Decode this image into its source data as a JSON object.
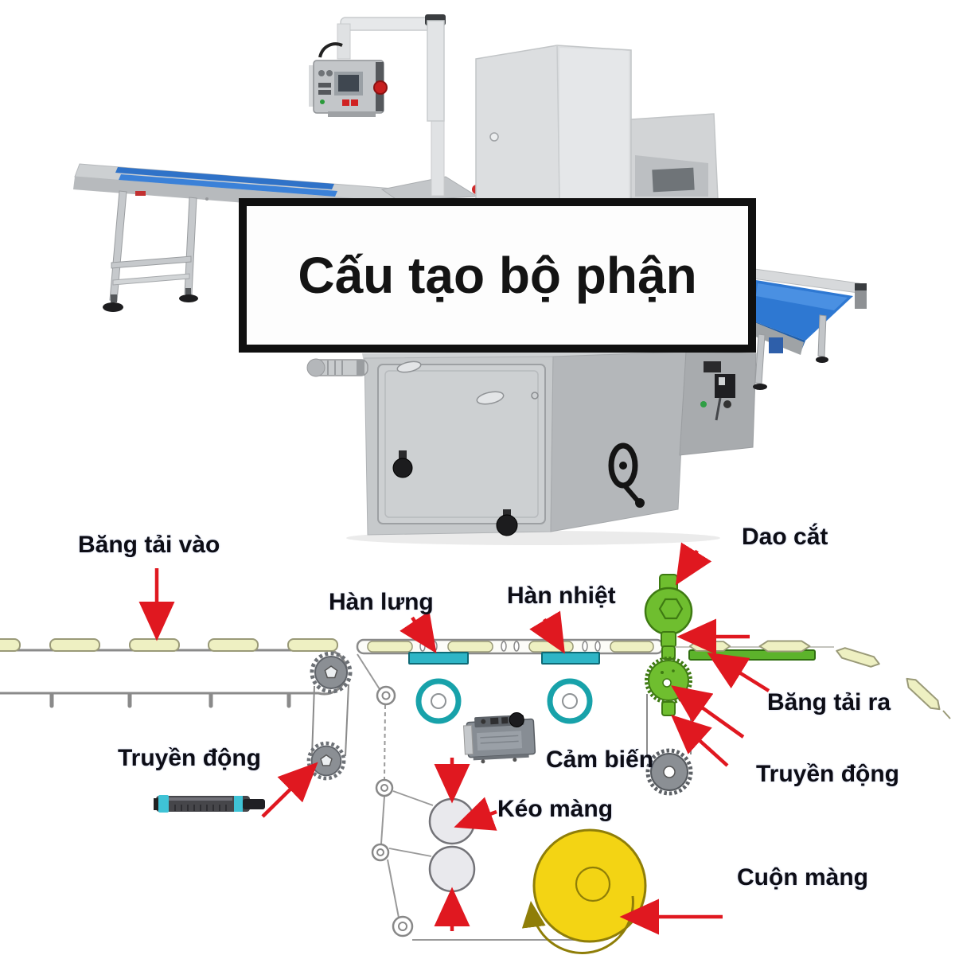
{
  "title_overlay": {
    "text": "Cấu tạo bộ phận"
  },
  "diagram": {
    "labels": [
      {
        "id": "bang-tai-vao",
        "text": "Băng tải vào"
      },
      {
        "id": "han-lung",
        "text": "Hàn lưng"
      },
      {
        "id": "han-nhiet",
        "text": "Hàn nhiệt"
      },
      {
        "id": "dao-cat",
        "text": "Dao cắt"
      },
      {
        "id": "bang-tai-ra",
        "text": "Băng tải ra"
      },
      {
        "id": "truyen-dong-left",
        "text": "Truyền động"
      },
      {
        "id": "cam-bien",
        "text": "Cảm biến"
      },
      {
        "id": "truyen-dong-right",
        "text": "Truyền động"
      },
      {
        "id": "keo-mang",
        "text": "Kéo màng"
      },
      {
        "id": "cuon-mang",
        "text": "Cuộn màng"
      }
    ],
    "colors": {
      "arrow_red": "#e01820",
      "seal_teal": "#2eb5c6",
      "ring_teal": "#18a2aa",
      "cutter_green": "#6fbe2f",
      "outfeed_green": "#5cb32b",
      "film_roll_yellow": "#f3d414",
      "product_cream": "#eef0c2",
      "line_gray": "#8a8a8a",
      "gear_gray": "#8b8f94",
      "belt_blue": "#2f72c8"
    }
  }
}
